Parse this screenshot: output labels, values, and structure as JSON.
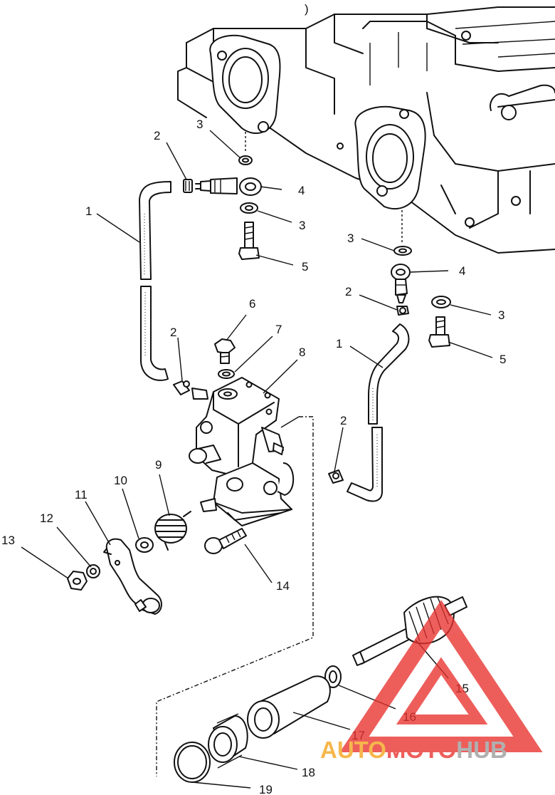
{
  "top_mark": ")",
  "callouts": [
    {
      "id": "c1a",
      "text": "1"
    },
    {
      "id": "c1b",
      "text": "1"
    },
    {
      "id": "c2a",
      "text": "2"
    },
    {
      "id": "c2b",
      "text": "2"
    },
    {
      "id": "c2c",
      "text": "2"
    },
    {
      "id": "c2d",
      "text": "2"
    },
    {
      "id": "c3a",
      "text": "3"
    },
    {
      "id": "c3b",
      "text": "3"
    },
    {
      "id": "c3c",
      "text": "3"
    },
    {
      "id": "c3d",
      "text": "3"
    },
    {
      "id": "c4a",
      "text": "4"
    },
    {
      "id": "c4b",
      "text": "4"
    },
    {
      "id": "c5a",
      "text": "5"
    },
    {
      "id": "c5b",
      "text": "5"
    },
    {
      "id": "c6",
      "text": "6"
    },
    {
      "id": "c7",
      "text": "7"
    },
    {
      "id": "c8",
      "text": "8"
    },
    {
      "id": "c9",
      "text": "9"
    },
    {
      "id": "c10",
      "text": "10"
    },
    {
      "id": "c11",
      "text": "11"
    },
    {
      "id": "c12",
      "text": "12"
    },
    {
      "id": "c13",
      "text": "13"
    },
    {
      "id": "c14",
      "text": "14"
    },
    {
      "id": "c15",
      "text": "15"
    },
    {
      "id": "c16",
      "text": "16"
    },
    {
      "id": "c17",
      "text": "17"
    },
    {
      "id": "c18",
      "text": "18"
    },
    {
      "id": "c19",
      "text": "19"
    }
  ],
  "watermark": {
    "part1": "AUTO",
    "part2": "MOTO",
    "part3": "HUB",
    "color_red": "#e8322e",
    "color_orange": "#f4a31b",
    "color_gray": "#9b9b9b"
  }
}
